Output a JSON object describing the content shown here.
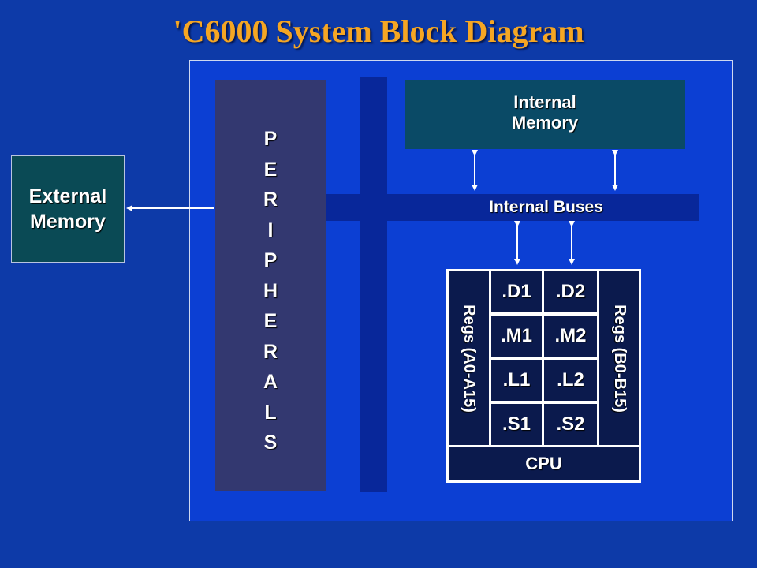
{
  "title": "'C6000 System Block Diagram",
  "external_memory": "External\nMemory",
  "peripherals_letters": [
    "P",
    "E",
    "R",
    "I",
    "P",
    "H",
    "E",
    "R",
    "A",
    "L",
    "S"
  ],
  "internal_memory": "Internal\nMemory",
  "internal_buses": "Internal Buses",
  "cpu": {
    "label": "CPU",
    "regs_a": "Regs (A0-A15)",
    "regs_b": "Regs (B0-B15)",
    "units": [
      [
        ".D1",
        ".D2"
      ],
      [
        ".M1",
        ".M2"
      ],
      [
        ".L1",
        ".L2"
      ],
      [
        ".S1",
        ".S2"
      ]
    ]
  },
  "colors": {
    "background": "#0d3aa8",
    "title": "#f5a623",
    "memory_box": "#0a4a55",
    "peripherals": "#333870",
    "bus": "#08279a",
    "cpu_cell": "#0b1a4d"
  }
}
